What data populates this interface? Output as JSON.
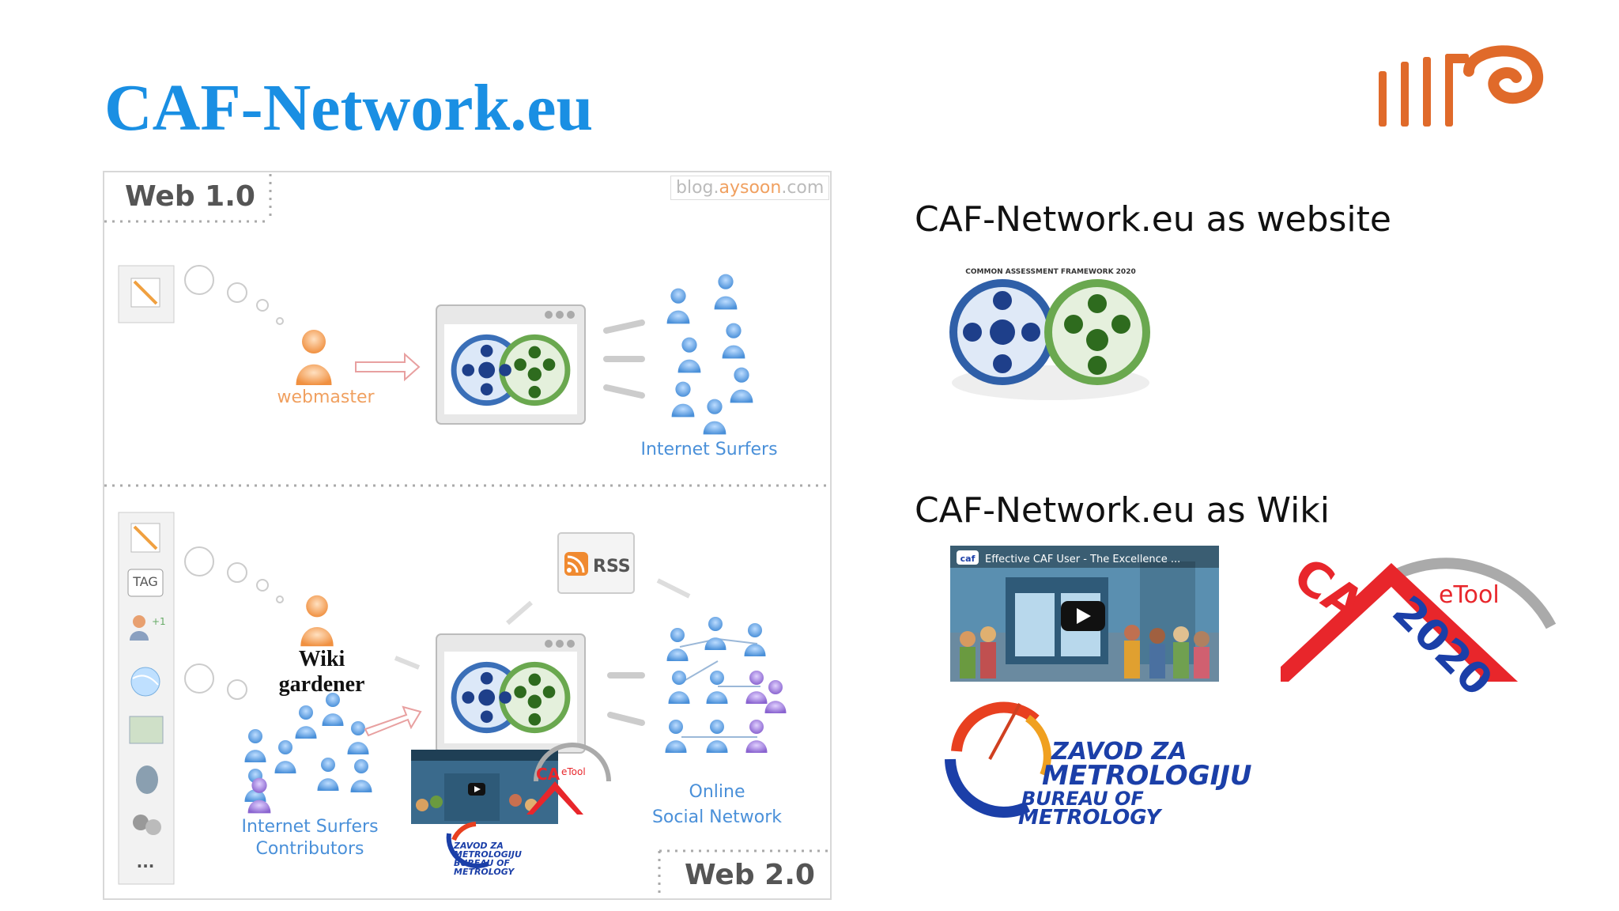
{
  "slide": {
    "title": "CAF-Network.eu"
  },
  "diagram": {
    "web1_tag": "Web 1.0",
    "web2_tag": "Web 2.0",
    "source": "blog.aysoon.com",
    "source_parts": [
      "blog.",
      "aysoon",
      ".com"
    ],
    "webmaster_label": "webmaster",
    "surfers_label": "Internet Surfers",
    "wiki_gardener_line1": "Wiki",
    "wiki_gardener_line2": "gardener",
    "rss_label": "RSS",
    "online_line1": "Online",
    "online_line2": "Social Network",
    "contrib_line1": "Internet Surfers",
    "contrib_line2": "Contributors",
    "tag_icon_text": "TAG",
    "more_icon_text": "..."
  },
  "right": {
    "website_caption": "CAF-Network.eu as website",
    "wiki_caption": "CAF-Network.eu as Wiki",
    "caf_model_title": "COMMON ASSESSMENT FRAMEWORK 2020",
    "video_title": "Effective CAF User - The Excellence ...",
    "etool_text": "eTool",
    "etool_ca": "CA",
    "etool_year": "2020",
    "metro_line1": "ZAVOD ZA",
    "metro_line2": "METROLOGIJU",
    "metro_line3": "BUREAU OF",
    "metro_line4": "METROLOGY"
  },
  "colors": {
    "title_blue": "#1a8fe3",
    "logo_orange": "#e06a2a",
    "etool_red": "#e8262b",
    "etool_blue": "#1b3fa8",
    "surfer_blue": "#6aa8e8",
    "contributor_purple": "#9a7ad8",
    "webmaster_orange": "#f0a060"
  },
  "icons": [
    "logo-icon",
    "pencil-icon",
    "tag-icon",
    "people-icon",
    "globe-icon",
    "map-icon",
    "rss-icon",
    "film-icon",
    "play-icon"
  ]
}
